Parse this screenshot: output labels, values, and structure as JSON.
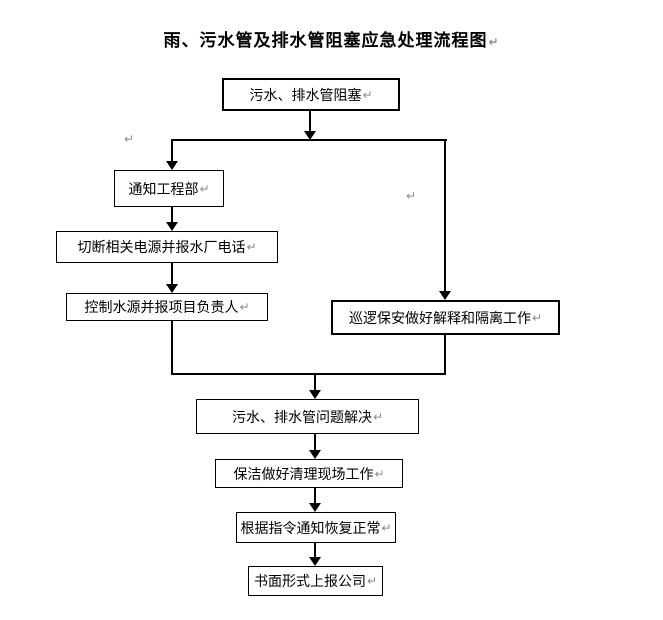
{
  "title": "雨、污水管及排水管阻塞应急处理流程图",
  "pilcrow_mark": "↵",
  "colors": {
    "line": "#000000",
    "border": "#000000",
    "text": "#000000",
    "pilcrow": "#8a8a8a",
    "background": "#ffffff"
  },
  "diagram": {
    "type": "flowchart",
    "nodes": [
      {
        "id": "blockage",
        "label": "污水、排水管阻塞"
      },
      {
        "id": "notify",
        "label": "通知工程部"
      },
      {
        "id": "cutpower",
        "label": "切断相关电源并报水厂电话"
      },
      {
        "id": "controlwater",
        "label": "控制水源并报项目负责人"
      },
      {
        "id": "security",
        "label": "巡逻保安做好解释和隔离工作"
      },
      {
        "id": "solved",
        "label": "污水、排水管问题解决"
      },
      {
        "id": "cleaning",
        "label": "保洁做好清理现场工作"
      },
      {
        "id": "restore",
        "label": "根据指令通知恢复正常"
      },
      {
        "id": "report",
        "label": "书面形式上报公司"
      }
    ],
    "edges": [
      {
        "from": "blockage",
        "to": "notify"
      },
      {
        "from": "blockage",
        "to": "security"
      },
      {
        "from": "notify",
        "to": "cutpower"
      },
      {
        "from": "cutpower",
        "to": "controlwater"
      },
      {
        "from": "controlwater",
        "to": "solved"
      },
      {
        "from": "security",
        "to": "solved"
      },
      {
        "from": "solved",
        "to": "cleaning"
      },
      {
        "from": "cleaning",
        "to": "restore"
      },
      {
        "from": "restore",
        "to": "report"
      }
    ]
  }
}
